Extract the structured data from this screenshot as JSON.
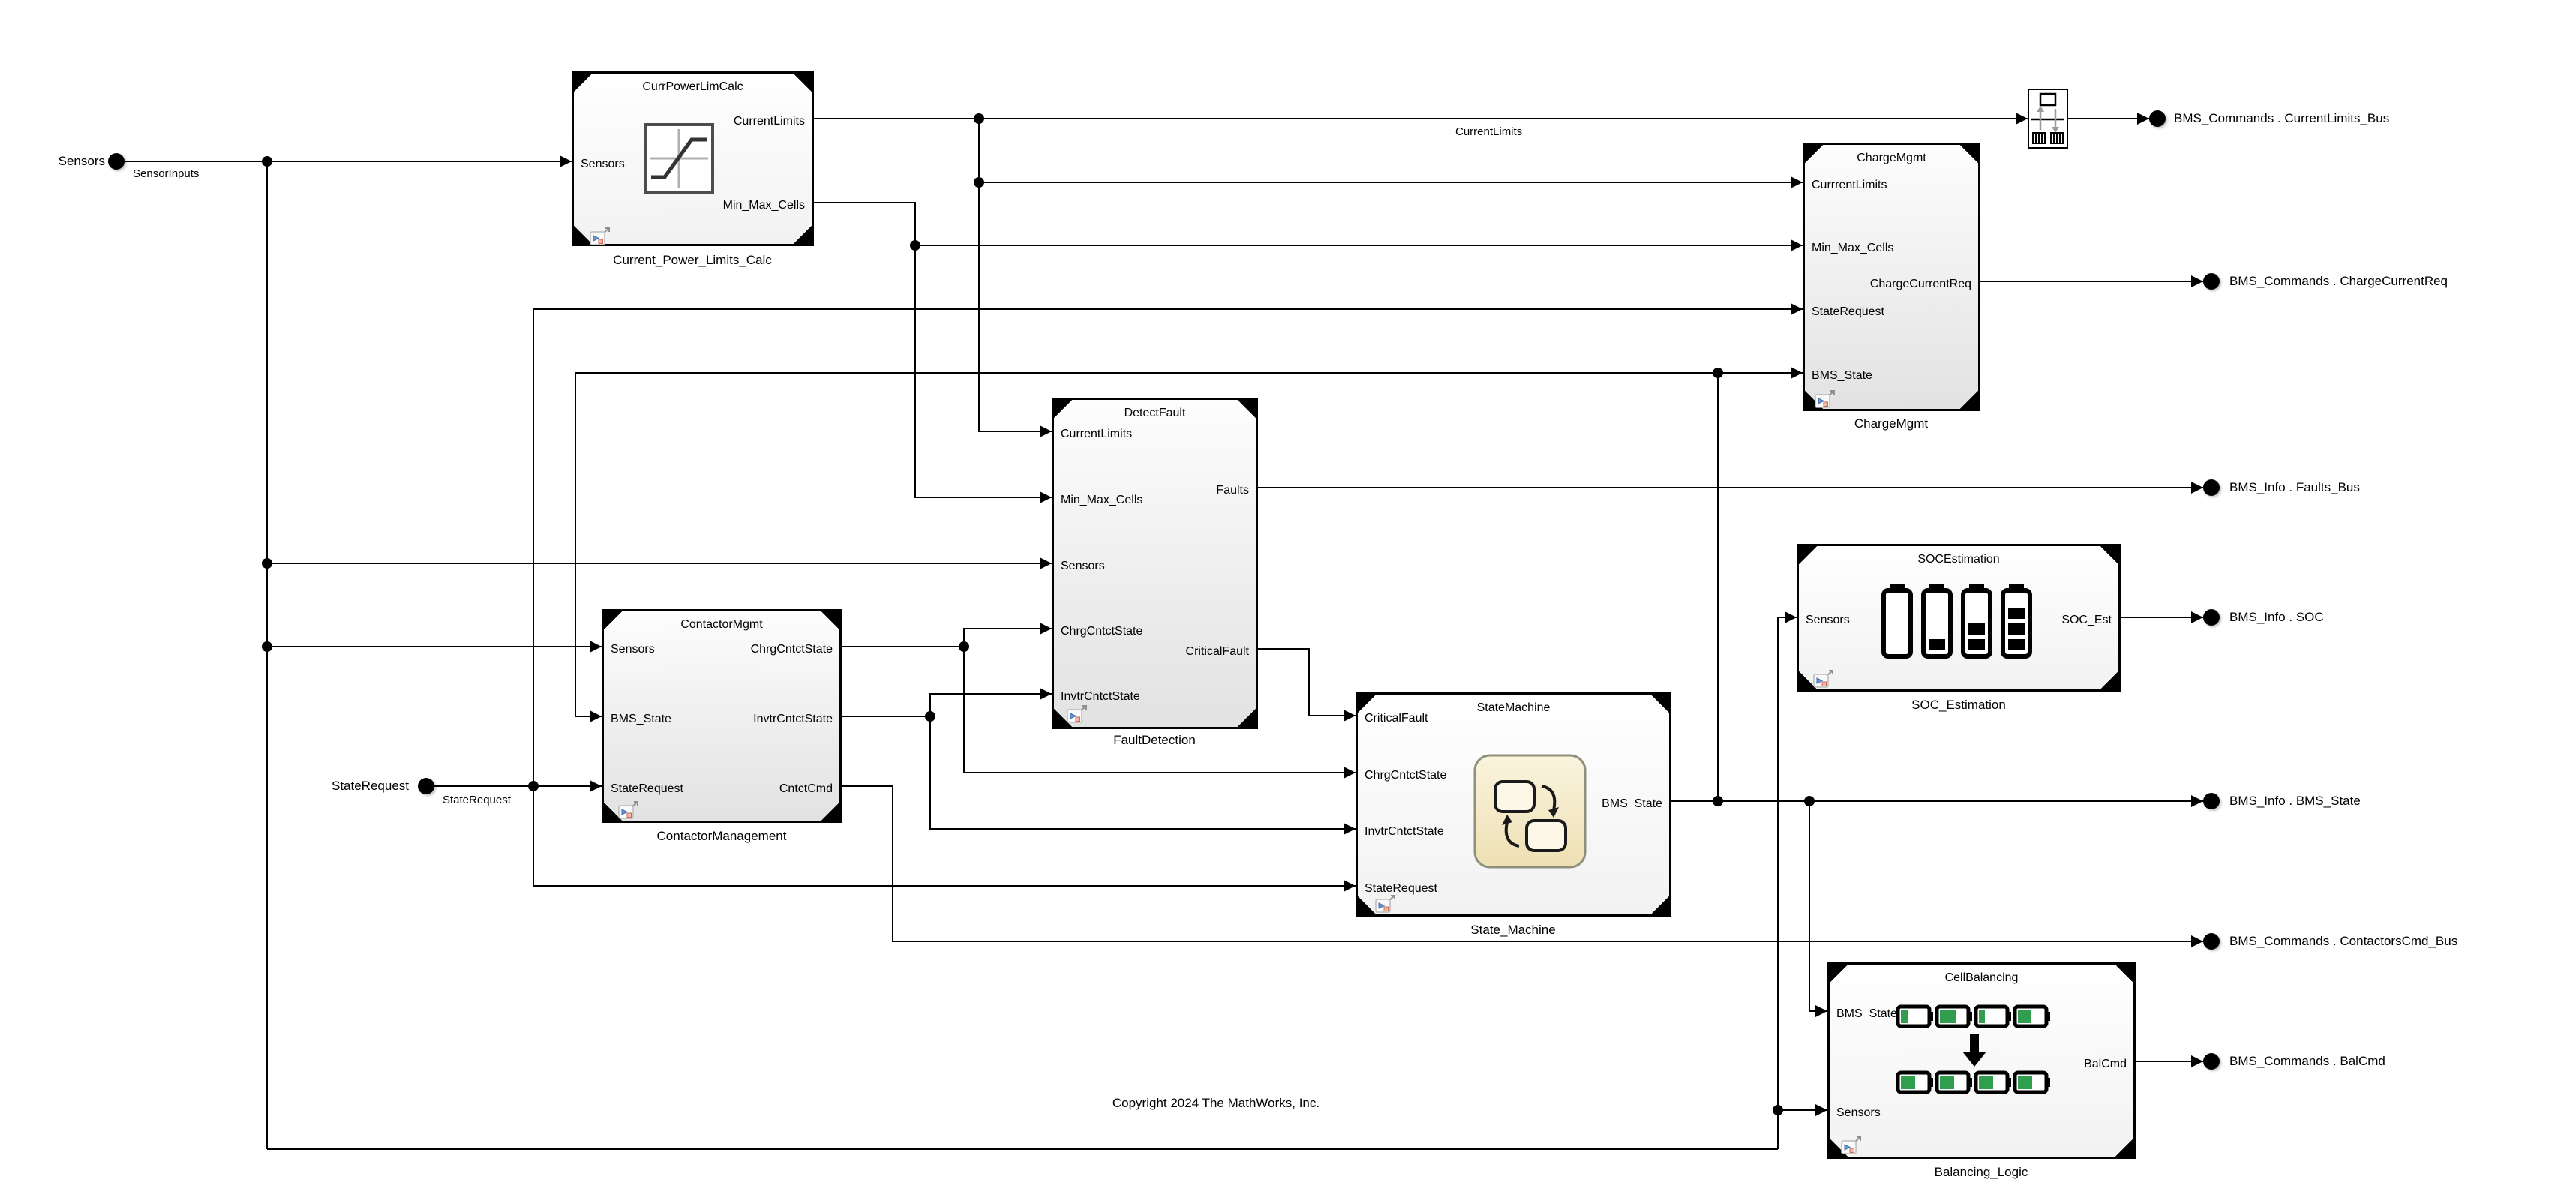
{
  "diagram": {
    "copyright": "Copyright 2024 The MathWorks, Inc.",
    "colors": {
      "wire": "#000000",
      "block_border": "#000000",
      "block_fill_top": "#fdfdfd",
      "block_fill_bottom": "#e2e2e2",
      "stateflow_fill": "#f6eed6",
      "battery_green": "#2f9e4e",
      "badge_blue": "#6d9ad0",
      "badge_orange": "#f0b9a9"
    },
    "icons": {
      "saturation": "saturation-curve-icon",
      "stateflow": "state-chart-icon",
      "soc": "battery-levels-icon",
      "balance": "cell-balancing-icon",
      "conversion": "signal-conversion-icon",
      "badge": "model-link-badge-icon"
    },
    "inputs": [
      {
        "label": "Sensors",
        "wire_label": "SensorInputs"
      },
      {
        "label": "StateRequest",
        "wire_label": "StateRequest"
      }
    ],
    "outputs": [
      {
        "label": "BMS_Commands . CurrentLimits_Bus"
      },
      {
        "label": "BMS_Commands . ChargeCurrentReq"
      },
      {
        "label": "BMS_Info . Faults_Bus"
      },
      {
        "label": "BMS_Info . SOC"
      },
      {
        "label": "BMS_Info . BMS_State"
      },
      {
        "label": "BMS_Commands . ContactorsCmd_Bus"
      },
      {
        "label": "BMS_Commands . BalCmd"
      }
    ],
    "wire_labels": {
      "sensor_inputs": "SensorInputs",
      "state_request": "StateRequest",
      "current_limits": "CurrentLimits"
    },
    "blocks": {
      "curr_power": {
        "title": "CurrPowerLimCalc",
        "caption": "Current_Power_Limits_Calc",
        "inputs": [
          "Sensors"
        ],
        "outputs": [
          "CurrentLimits",
          "Min_Max_Cells"
        ]
      },
      "charge_mgmt": {
        "title": "ChargeMgmt",
        "caption": "ChargeMgmt",
        "inputs": [
          "CurrrentLimits",
          "Min_Max_Cells",
          "StateRequest",
          "BMS_State"
        ],
        "outputs": [
          "ChargeCurrentReq"
        ]
      },
      "fault": {
        "title": "DetectFault",
        "caption": "FaultDetection",
        "inputs": [
          "CurrentLimits",
          "Min_Max_Cells",
          "Sensors",
          "ChrgCntctState",
          "InvtrCntctState"
        ],
        "outputs": [
          "Faults",
          "CriticalFault"
        ]
      },
      "contactor": {
        "title": "ContactorMgmt",
        "caption": "ContactorManagement",
        "inputs": [
          "Sensors",
          "BMS_State",
          "StateRequest"
        ],
        "outputs": [
          "ChrgCntctState",
          "InvtrCntctState",
          "CntctCmd"
        ]
      },
      "state_machine": {
        "title": "StateMachine",
        "caption": "State_Machine",
        "inputs": [
          "CriticalFault",
          "ChrgCntctState",
          "InvtrCntctState",
          "StateRequest"
        ],
        "outputs": [
          "BMS_State"
        ]
      },
      "soc": {
        "title": "SOCEstimation",
        "caption": "SOC_Estimation",
        "inputs": [
          "Sensors"
        ],
        "outputs": [
          "SOC_Est"
        ]
      },
      "cell_bal": {
        "title": "CellBalancing",
        "caption": "Balancing_Logic",
        "inputs": [
          "BMS_State",
          "Sensors"
        ],
        "outputs": [
          "BalCmd"
        ]
      }
    }
  }
}
